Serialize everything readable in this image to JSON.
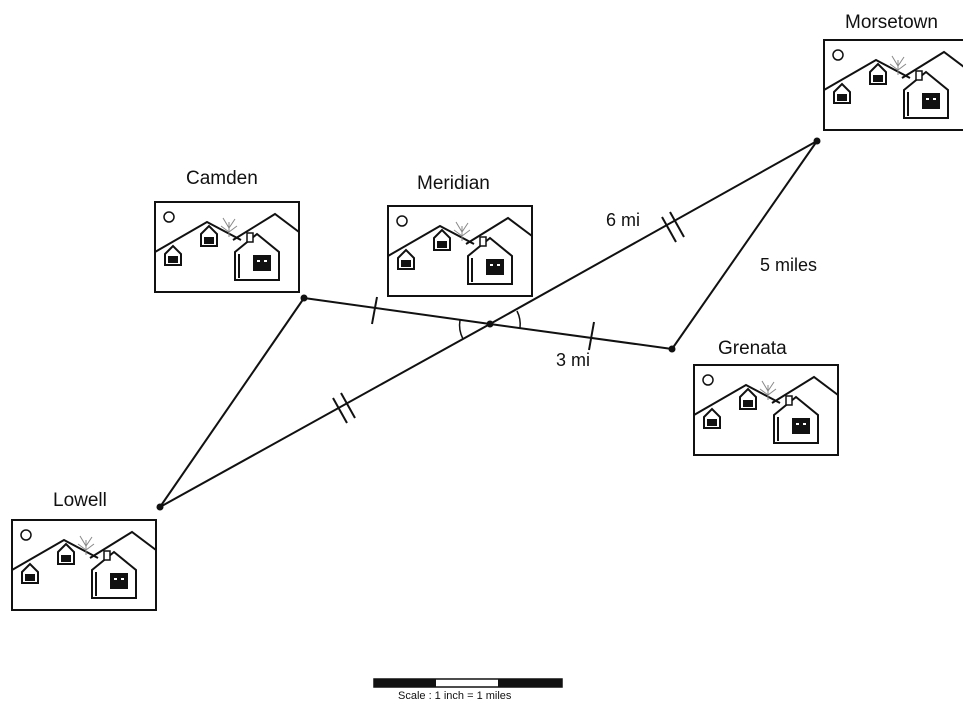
{
  "cities": {
    "morsetown": "Morsetown",
    "camden": "Camden",
    "meridian": "Meridian",
    "grenata": "Grenata",
    "lowell": "Lowell"
  },
  "distances": {
    "meridian_morsetown": "6 mi",
    "morsetown_grenata": "5 miles",
    "meridian_grenata": "3 mi"
  },
  "scale": {
    "caption": "Scale : 1 inch = 1 miles"
  }
}
